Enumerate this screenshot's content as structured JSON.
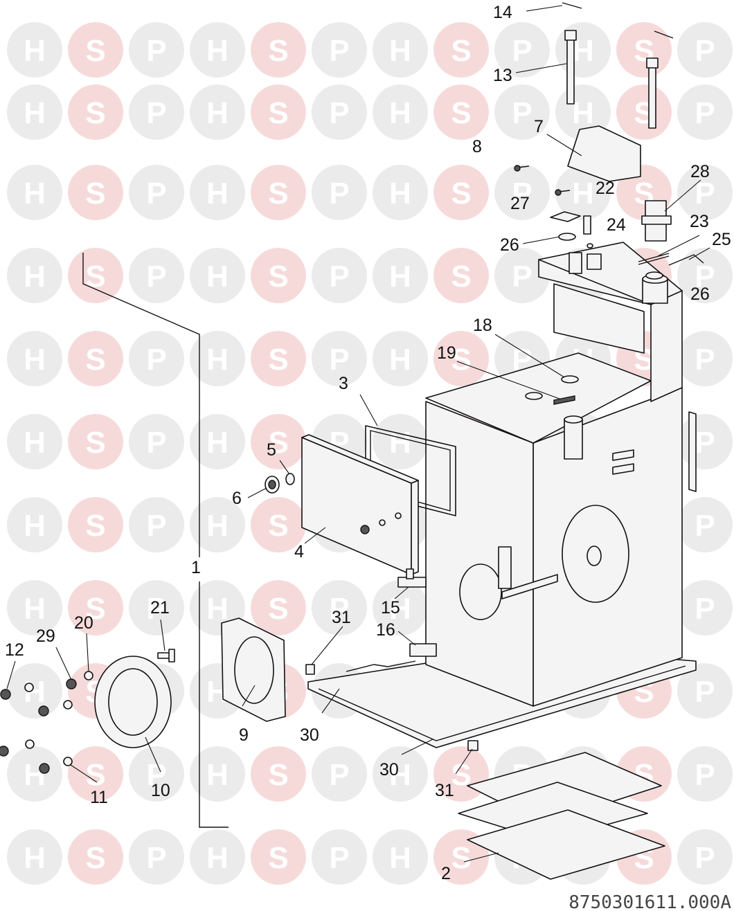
{
  "watermark": {
    "letters": [
      "H",
      "S",
      "P"
    ],
    "colors": {
      "circle": "#ebebeb",
      "circle_accent": "#f6dada",
      "letter": "#ffffff"
    }
  },
  "callouts": [
    {
      "id": "c1",
      "label": "1"
    },
    {
      "id": "c2",
      "label": "2"
    },
    {
      "id": "c3",
      "label": "3"
    },
    {
      "id": "c4",
      "label": "4"
    },
    {
      "id": "c5",
      "label": "5"
    },
    {
      "id": "c6",
      "label": "6"
    },
    {
      "id": "c7",
      "label": "7"
    },
    {
      "id": "c8",
      "label": "8"
    },
    {
      "id": "c9",
      "label": "9"
    },
    {
      "id": "c10",
      "label": "10"
    },
    {
      "id": "c11",
      "label": "11"
    },
    {
      "id": "c12",
      "label": "12"
    },
    {
      "id": "c13",
      "label": "13"
    },
    {
      "id": "c14",
      "label": "14"
    },
    {
      "id": "c15",
      "label": "15"
    },
    {
      "id": "c16",
      "label": "16"
    },
    {
      "id": "c18",
      "label": "18"
    },
    {
      "id": "c19",
      "label": "19"
    },
    {
      "id": "c20",
      "label": "20"
    },
    {
      "id": "c21",
      "label": "21"
    },
    {
      "id": "c22",
      "label": "22"
    },
    {
      "id": "c23",
      "label": "23"
    },
    {
      "id": "c24",
      "label": "24"
    },
    {
      "id": "c25",
      "label": "25"
    },
    {
      "id": "c26a",
      "label": "26"
    },
    {
      "id": "c26b",
      "label": "26"
    },
    {
      "id": "c27",
      "label": "27"
    },
    {
      "id": "c28",
      "label": "28"
    },
    {
      "id": "c29",
      "label": "29"
    },
    {
      "id": "c30a",
      "label": "30"
    },
    {
      "id": "c30b",
      "label": "30"
    },
    {
      "id": "c31a",
      "label": "31"
    },
    {
      "id": "c31b",
      "label": "31"
    }
  ],
  "drawing_reference": "8750301611.000A"
}
